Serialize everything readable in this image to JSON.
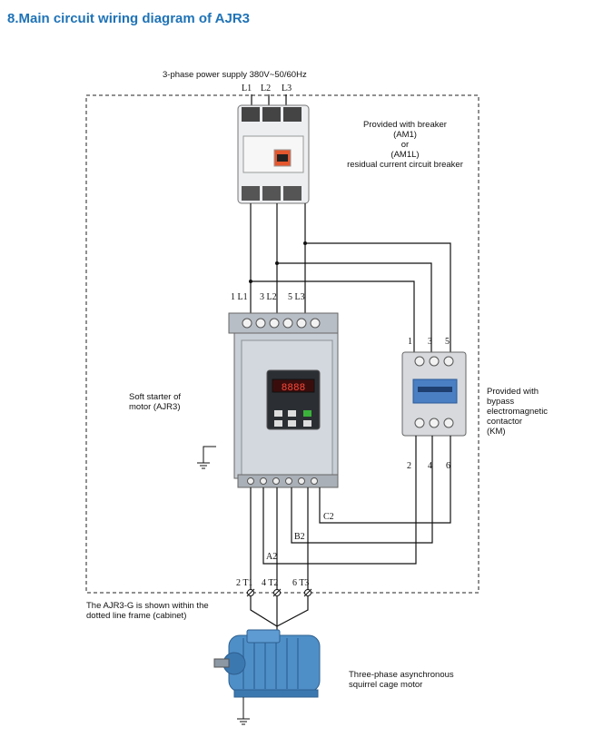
{
  "title": "8.Main circuit wiring diagram of AJR3",
  "supply": {
    "label": "3-phase power supply  380V~50/60Hz",
    "phases": [
      "L1",
      "L2",
      "L3"
    ]
  },
  "breaker": {
    "lines": [
      "Provided with breaker",
      "(AM1)",
      "or",
      "(AM1L)",
      "residual current circuit breaker"
    ]
  },
  "soft_starter": {
    "lines": [
      "Soft starter of",
      "motor (AJR3)"
    ],
    "input_terminals": [
      "1 L1",
      "3 L2",
      "5 L3"
    ],
    "bypass_terminals": [
      "A2",
      "B2",
      "C2"
    ],
    "output_terminals": [
      "2 T1",
      "4 T2",
      "6 T3"
    ],
    "display": "8888"
  },
  "contactor": {
    "lines": [
      "Provided with",
      "bypass",
      "electromagnetic",
      "contactor",
      "(KM)"
    ],
    "top_terminals": [
      "1",
      "3",
      "5"
    ],
    "bottom_terminals": [
      "2",
      "4",
      "6"
    ]
  },
  "cabinet_note": {
    "lines": [
      "The AJR3-G is shown within the",
      "dotted line frame (cabinet)"
    ]
  },
  "motor": {
    "lines": [
      "Three-phase asynchronous",
      "squirrel cage motor"
    ]
  },
  "colors": {
    "title": "#1f73b7",
    "wire": "#111111",
    "starter_body": "#c9cfd6",
    "contactor_body": "#d7d9dc",
    "motor_body": "#4f8fc8"
  }
}
